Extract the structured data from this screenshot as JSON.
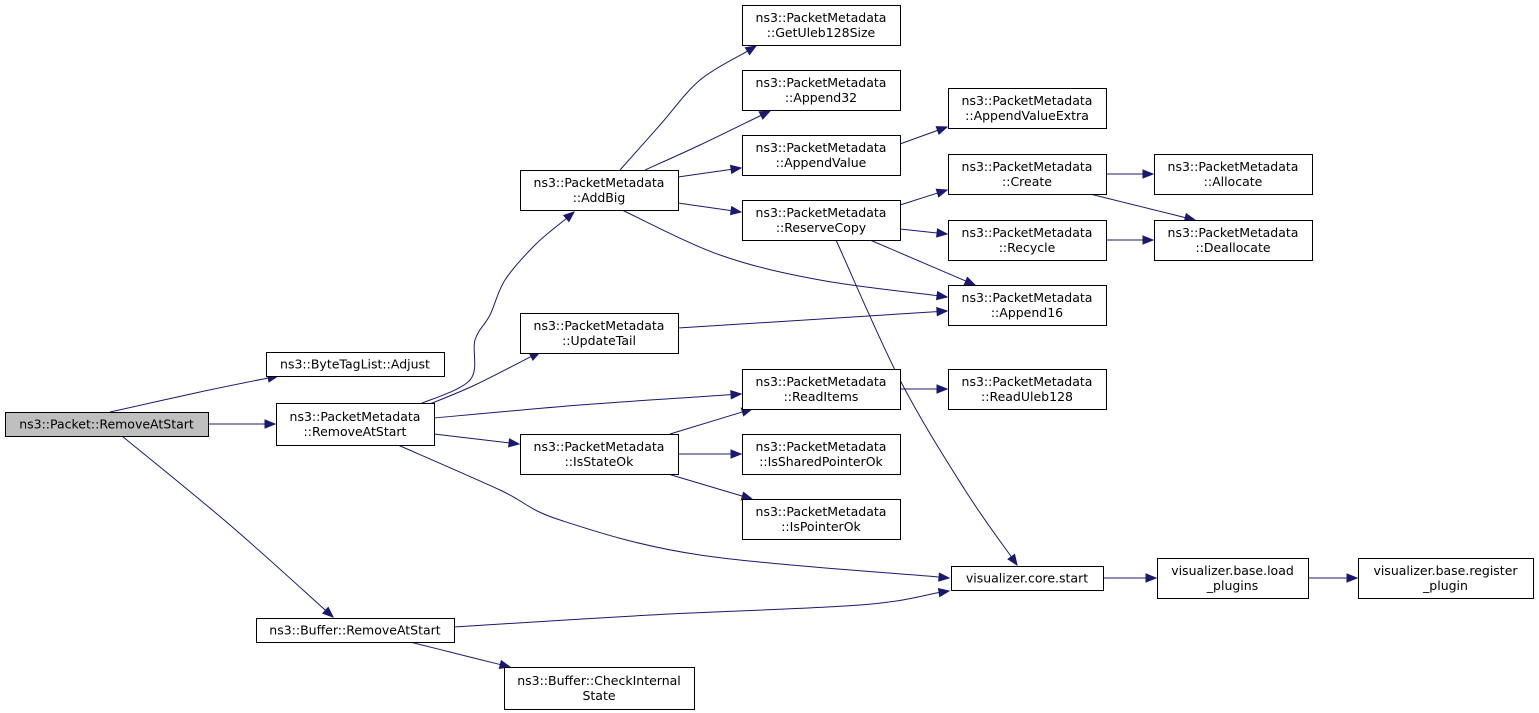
{
  "colors": {
    "edge": "#191970",
    "root_fill": "#bfbfbf",
    "node_fill": "#ffffff",
    "node_border": "#000000"
  },
  "nodes": [
    {
      "id": "pkt_remove",
      "lines": [
        "ns3::Packet::RemoveAtStart"
      ],
      "root": true
    },
    {
      "id": "btl_adjust",
      "lines": [
        "ns3::ByteTagList::Adjust"
      ]
    },
    {
      "id": "pm_remove",
      "lines": [
        "ns3::PacketMetadata",
        "::RemoveAtStart"
      ]
    },
    {
      "id": "buf_remove",
      "lines": [
        "ns3::Buffer::RemoveAtStart"
      ]
    },
    {
      "id": "pm_addbig",
      "lines": [
        "ns3::PacketMetadata",
        "::AddBig"
      ]
    },
    {
      "id": "pm_updatetail",
      "lines": [
        "ns3::PacketMetadata",
        "::UpdateTail"
      ]
    },
    {
      "id": "pm_isstateok",
      "lines": [
        "ns3::PacketMetadata",
        "::IsStateOk"
      ]
    },
    {
      "id": "buf_checkint",
      "lines": [
        "ns3::Buffer::CheckInternal",
        "State"
      ]
    },
    {
      "id": "pm_getuleb",
      "lines": [
        "ns3::PacketMetadata",
        "::GetUleb128Size"
      ]
    },
    {
      "id": "pm_append32",
      "lines": [
        "ns3::PacketMetadata",
        "::Append32"
      ]
    },
    {
      "id": "pm_appendvalue",
      "lines": [
        "ns3::PacketMetadata",
        "::AppendValue"
      ]
    },
    {
      "id": "pm_reservecopy",
      "lines": [
        "ns3::PacketMetadata",
        "::ReserveCopy"
      ]
    },
    {
      "id": "pm_readitems",
      "lines": [
        "ns3::PacketMetadata",
        "::ReadItems"
      ]
    },
    {
      "id": "pm_issharedptr",
      "lines": [
        "ns3::PacketMetadata",
        "::IsSharedPointerOk"
      ]
    },
    {
      "id": "pm_isptrok",
      "lines": [
        "ns3::PacketMetadata",
        "::IsPointerOk"
      ]
    },
    {
      "id": "pm_appendvalextra",
      "lines": [
        "ns3::PacketMetadata",
        "::AppendValueExtra"
      ]
    },
    {
      "id": "pm_create",
      "lines": [
        "ns3::PacketMetadata",
        "::Create"
      ]
    },
    {
      "id": "pm_recycle",
      "lines": [
        "ns3::PacketMetadata",
        "::Recycle"
      ]
    },
    {
      "id": "pm_append16",
      "lines": [
        "ns3::PacketMetadata",
        "::Append16"
      ]
    },
    {
      "id": "pm_readuleb",
      "lines": [
        "ns3::PacketMetadata",
        "::ReadUleb128"
      ]
    },
    {
      "id": "vis_core_start",
      "lines": [
        "visualizer.core.start"
      ]
    },
    {
      "id": "pm_allocate",
      "lines": [
        "ns3::PacketMetadata",
        "::Allocate"
      ]
    },
    {
      "id": "pm_deallocate",
      "lines": [
        "ns3::PacketMetadata",
        "::Deallocate"
      ]
    },
    {
      "id": "vis_load_plugins",
      "lines": [
        "visualizer.base.load",
        "_plugins"
      ]
    },
    {
      "id": "vis_register_plugin",
      "lines": [
        "visualizer.base.register",
        "_plugin"
      ]
    }
  ],
  "edges": [
    [
      "pkt_remove",
      "btl_adjust"
    ],
    [
      "pkt_remove",
      "pm_remove"
    ],
    [
      "pkt_remove",
      "buf_remove"
    ],
    [
      "pm_remove",
      "pm_addbig"
    ],
    [
      "pm_remove",
      "pm_updatetail"
    ],
    [
      "pm_remove",
      "pm_readitems"
    ],
    [
      "pm_remove",
      "pm_isstateok"
    ],
    [
      "pm_remove",
      "vis_core_start"
    ],
    [
      "buf_remove",
      "vis_core_start"
    ],
    [
      "buf_remove",
      "buf_checkint"
    ],
    [
      "pm_addbig",
      "pm_getuleb"
    ],
    [
      "pm_addbig",
      "pm_append32"
    ],
    [
      "pm_addbig",
      "pm_appendvalue"
    ],
    [
      "pm_addbig",
      "pm_reservecopy"
    ],
    [
      "pm_addbig",
      "pm_append16"
    ],
    [
      "pm_appendvalue",
      "pm_appendvalextra"
    ],
    [
      "pm_reservecopy",
      "pm_create"
    ],
    [
      "pm_reservecopy",
      "pm_recycle"
    ],
    [
      "pm_reservecopy",
      "pm_append16"
    ],
    [
      "pm_reservecopy",
      "vis_core_start"
    ],
    [
      "pm_create",
      "pm_allocate"
    ],
    [
      "pm_create",
      "pm_deallocate"
    ],
    [
      "pm_recycle",
      "pm_deallocate"
    ],
    [
      "pm_updatetail",
      "pm_append16"
    ],
    [
      "pm_readitems",
      "pm_readuleb"
    ],
    [
      "pm_isstateok",
      "pm_readitems"
    ],
    [
      "pm_isstateok",
      "pm_issharedptr"
    ],
    [
      "pm_isstateok",
      "pm_isptrok"
    ],
    [
      "vis_core_start",
      "vis_load_plugins"
    ],
    [
      "vis_load_plugins",
      "vis_register_plugin"
    ]
  ]
}
